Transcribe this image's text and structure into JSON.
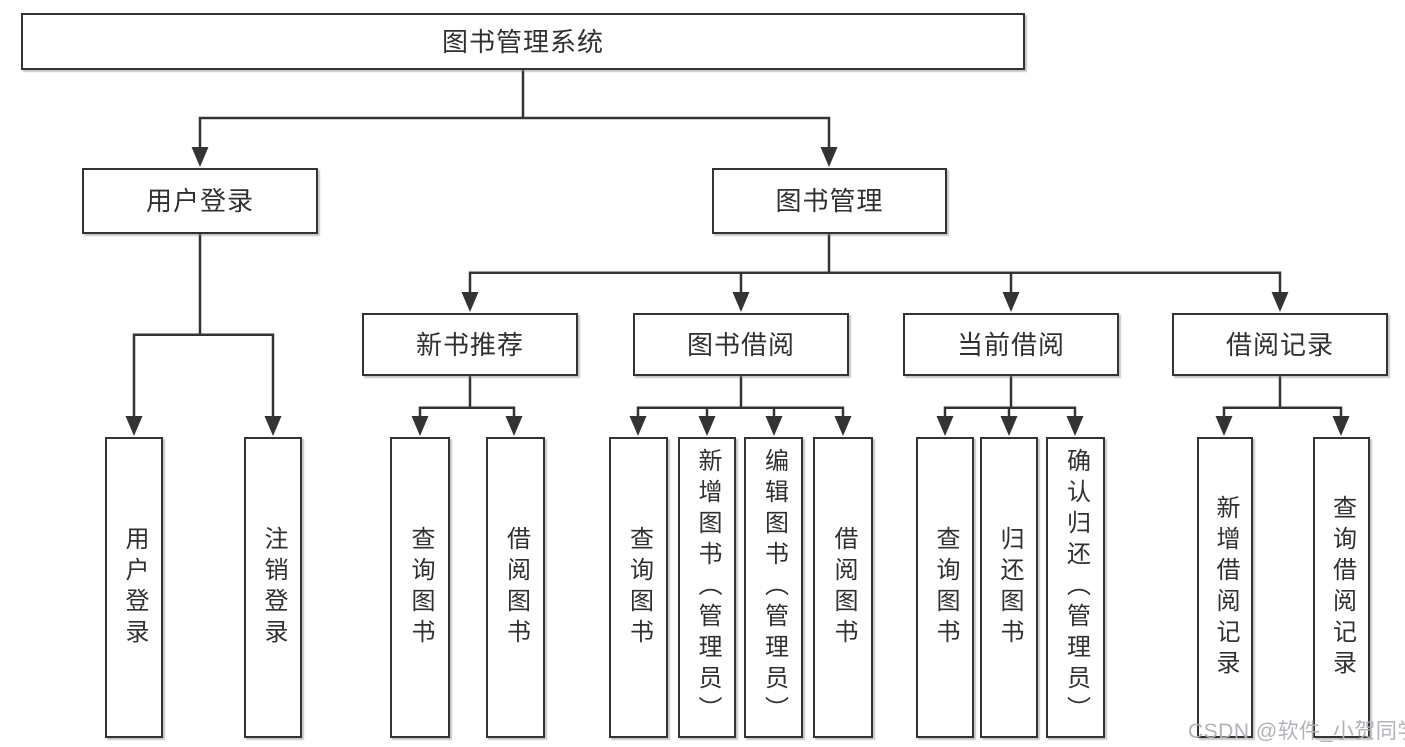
{
  "diagram": {
    "watermark": "CSDN @软件_小贺同学",
    "colors": {
      "line": "#333333",
      "node_border": "#333333",
      "node_fill": "#ffffff",
      "text": "#303030",
      "background": "#ffffff",
      "watermark": "#acb0b4"
    },
    "tree": {
      "label": "图书管理系统",
      "children": [
        {
          "label": "用户登录",
          "children": [
            {
              "label": "用户登录"
            },
            {
              "label": "注销登录"
            }
          ]
        },
        {
          "label": "图书管理",
          "children": [
            {
              "label": "新书推荐",
              "children": [
                {
                  "label": "查询图书"
                },
                {
                  "label": "借阅图书"
                }
              ]
            },
            {
              "label": "图书借阅",
              "children": [
                {
                  "label": "查询图书"
                },
                {
                  "label": "新增图书（管理员）"
                },
                {
                  "label": "编辑图书（管理员）"
                },
                {
                  "label": "借阅图书"
                }
              ]
            },
            {
              "label": "当前借阅",
              "children": [
                {
                  "label": "查询图书"
                },
                {
                  "label": "归还图书"
                },
                {
                  "label": "确认归还（管理员）"
                }
              ]
            },
            {
              "label": "借阅记录",
              "children": [
                {
                  "label": "新增借阅记录"
                },
                {
                  "label": "查询借阅记录"
                }
              ]
            }
          ]
        }
      ]
    }
  }
}
